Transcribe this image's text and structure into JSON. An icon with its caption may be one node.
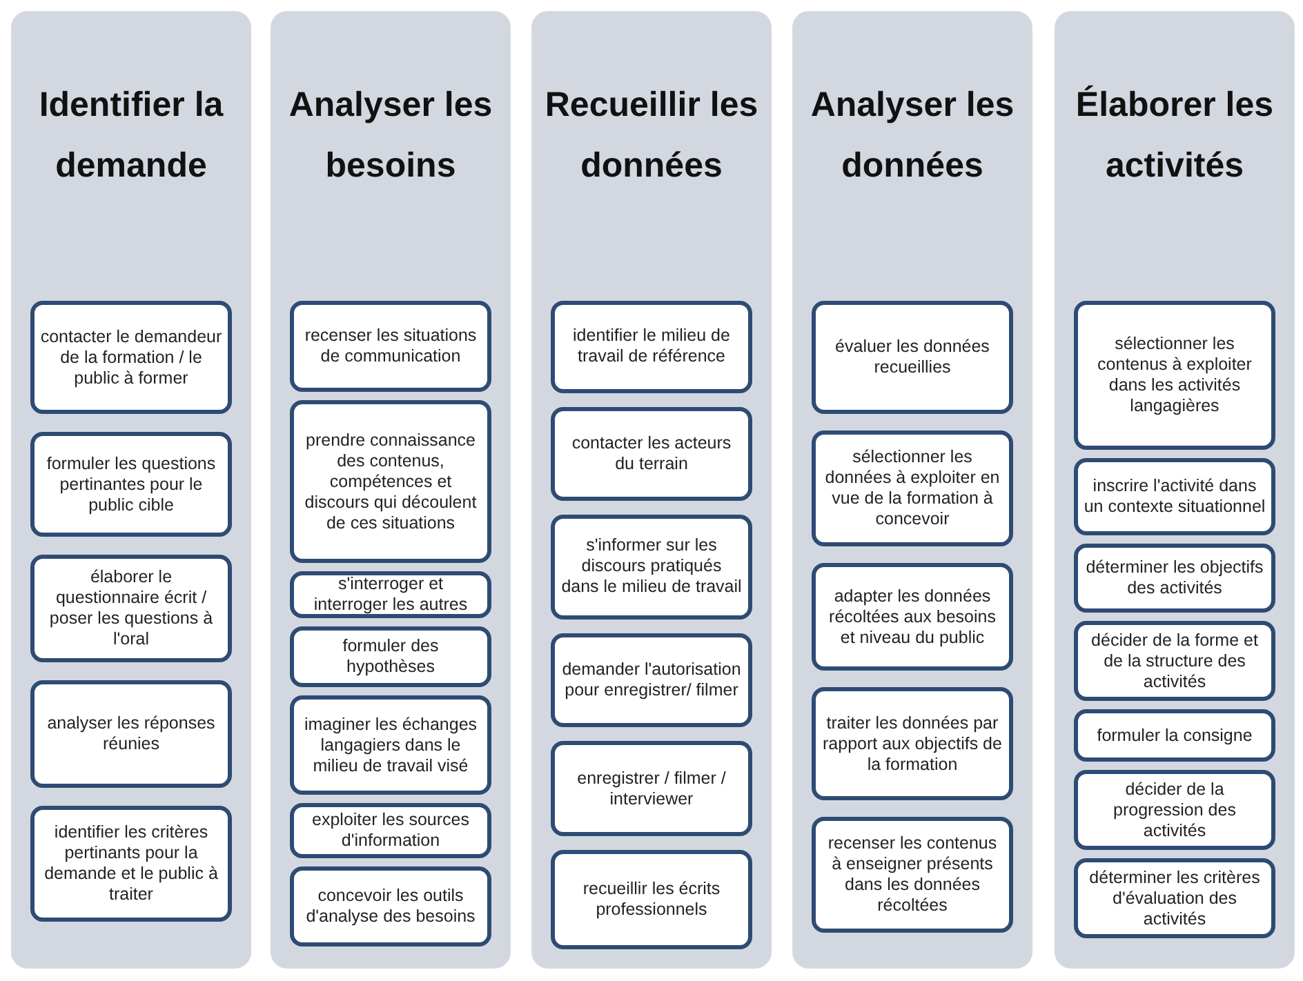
{
  "diagram": {
    "nodes": [
      {
        "text": [
          "Identifier la demande"
        ]
      },
      {
        "text": [
          "contacter le demandeur de la formation / le public à former"
        ],
        "in": 0
      },
      {
        "text": [
          "formuler les questions pertinantes pour le public cible"
        ],
        "in": 0
      },
      {
        "text": [
          "élaborer le questionnaire écrit / poser les questions à l'oral"
        ],
        "in": 0
      },
      {
        "text": [
          "analyser les réponses réunies"
        ],
        "in": 0
      },
      {
        "text": [
          "identifier les critères pertinants pour la demande et le public à traiter"
        ],
        "in": 0
      },
      {
        "text": [
          "Analyser les besoins"
        ]
      },
      {
        "text": [
          "recenser les situations de communication"
        ],
        "in": 6
      },
      {
        "text": [
          "prendre connaissance des contenus, compétences et discours qui découlent de ces situations"
        ],
        "in": 6
      },
      {
        "text": [
          "s'interroger et interroger les autres"
        ],
        "in": 6
      },
      {
        "text": [
          "formuler des hypothèses"
        ],
        "in": 6
      },
      {
        "text": [
          "imaginer les échanges langagiers dans le milieu de travail visé"
        ],
        "in": 6
      },
      {
        "text": [
          "exploiter les sources d'information"
        ],
        "in": 6
      },
      {
        "text": [
          "concevoir les outils d'analyse des besoins"
        ],
        "in": 6
      },
      {
        "text": [
          "Recueillir les données"
        ]
      },
      {
        "text": [
          "identifier le milieu de travail de référence"
        ],
        "in": 14
      },
      {
        "text": [
          "contacter les acteurs du terrain"
        ],
        "in": 14
      },
      {
        "text": [
          "s'informer sur les discours pratiqués dans le milieu de travail"
        ],
        "in": 14
      },
      {
        "text": [
          "demander l'autorisation pour enregistrer/ filmer"
        ],
        "in": 14
      },
      {
        "text": [
          "enregistrer / filmer / interviewer"
        ],
        "in": 14
      },
      {
        "text": [
          "recueillir les écrits professionnels"
        ],
        "in": 14
      },
      {
        "text": [
          "Analyser les données"
        ]
      },
      {
        "text": [
          "évaluer les données recueillies"
        ],
        "in": 21
      },
      {
        "text": [
          "sélectionner les données à exploiter en vue de la formation à concevoir"
        ],
        "in": 21
      },
      {
        "text": [
          "adapter les données récoltées aux besoins et niveau du public"
        ],
        "in": 21
      },
      {
        "text": [
          "traiter les données par rapport aux objectifs de la formation"
        ],
        "in": 21
      },
      {
        "text": [
          "recenser les contenus à enseigner présents dans les données récoltées"
        ],
        "in": 21
      },
      {
        "text": [
          "Élaborer les activités"
        ]
      },
      {
        "text": [
          "sélectionner les contenus à exploiter dans les activités langagières"
        ],
        "in": 27
      },
      {
        "text": [
          "inscrire l'activité dans un contexte situationnel"
        ],
        "in": 27
      },
      {
        "text": [
          "déterminer les objectifs des activités"
        ],
        "in": 27
      },
      {
        "text": [
          "décider de la forme et de la structure des activités"
        ],
        "in": 27
      },
      {
        "text": [
          "formuler la consigne"
        ],
        "in": 27
      },
      {
        "text": [
          "décider de la progression des activités"
        ],
        "in": 27
      },
      {
        "text": [
          "déterminer les critères d'évaluation des activités"
        ],
        "in": 27
      }
    ],
    "edges": []
  }
}
